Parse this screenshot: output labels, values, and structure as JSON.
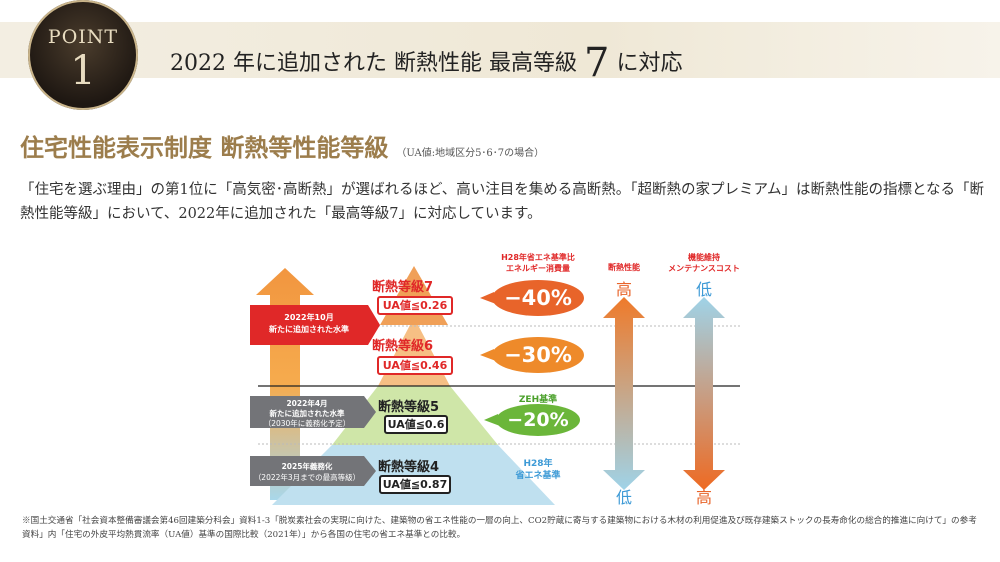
{
  "header": {
    "point_label": "POINT",
    "point_number": "1",
    "title_pre": "2022 年に追加された 断熱性能 最高等級",
    "title_num": "7",
    "title_post": "に対応"
  },
  "section": {
    "title": "住宅性能表示制度 断熱等性能等級",
    "note": "（UA値:地域区分5･6･7の場合）"
  },
  "paragraph": "「住宅を選ぶ理由」の第1位に「高気密･高断熱」が選ばれるほど、高い注目を集める高断熱。「超断熱の家プレミアム」は断熱性能の指標となる「断熱性能等級」において、2022年に追加された「最高等級7」に対応しています。",
  "diagram": {
    "energy_header": "H28年省エネ基準比\nエネルギー消費量",
    "perf_header": "断熱性能",
    "cost_header": "機能維持\nメンテナンスコスト",
    "perf_top": "高",
    "perf_bottom": "低",
    "cost_top": "低",
    "cost_bottom": "高",
    "grades": [
      {
        "name": "断熱等級7",
        "ua": "UA値≦0.26",
        "reduction": "−40%",
        "color": "#e8642a"
      },
      {
        "name": "断熱等級6",
        "ua": "UA値≦0.46",
        "reduction": "−30%",
        "color": "#ee8a2a"
      },
      {
        "name": "断熱等級5",
        "ua": "UA値≦0.6",
        "reduction": "−20%",
        "tag": "ZEH基準",
        "color": "#6bb63a"
      },
      {
        "name": "断熱等級4",
        "ua": "UA値≦0.87",
        "tag": "H28年\n省エネ基準",
        "color": "#3d9ad6"
      }
    ],
    "side_labels": [
      {
        "line1": "2022年10月",
        "line2": "新たに追加された水準"
      },
      {
        "line1": "2022年4月",
        "line2": "新たに追加された水準",
        "line3": "（2030年に義務化予定）"
      },
      {
        "line1": "2025年義務化",
        "line2": "（2022年3月までの最高等級）"
      }
    ]
  },
  "footnote": "※国土交通省「社会資本整備審議会第46回建築分科会」資料1-3「脱炭素社会の実現に向けた、建築物の省エネ性能の一層の向上、CO2貯蔵に寄与する建築物における木材の利用促進及び既存建築ストックの長寿命化の総合的推進に向けて」の参考資料」内「住宅の外皮平均熱貫流率（UA値）基準の国際比較（2021年）」から各国の住宅の省エネ基準との比較。"
}
